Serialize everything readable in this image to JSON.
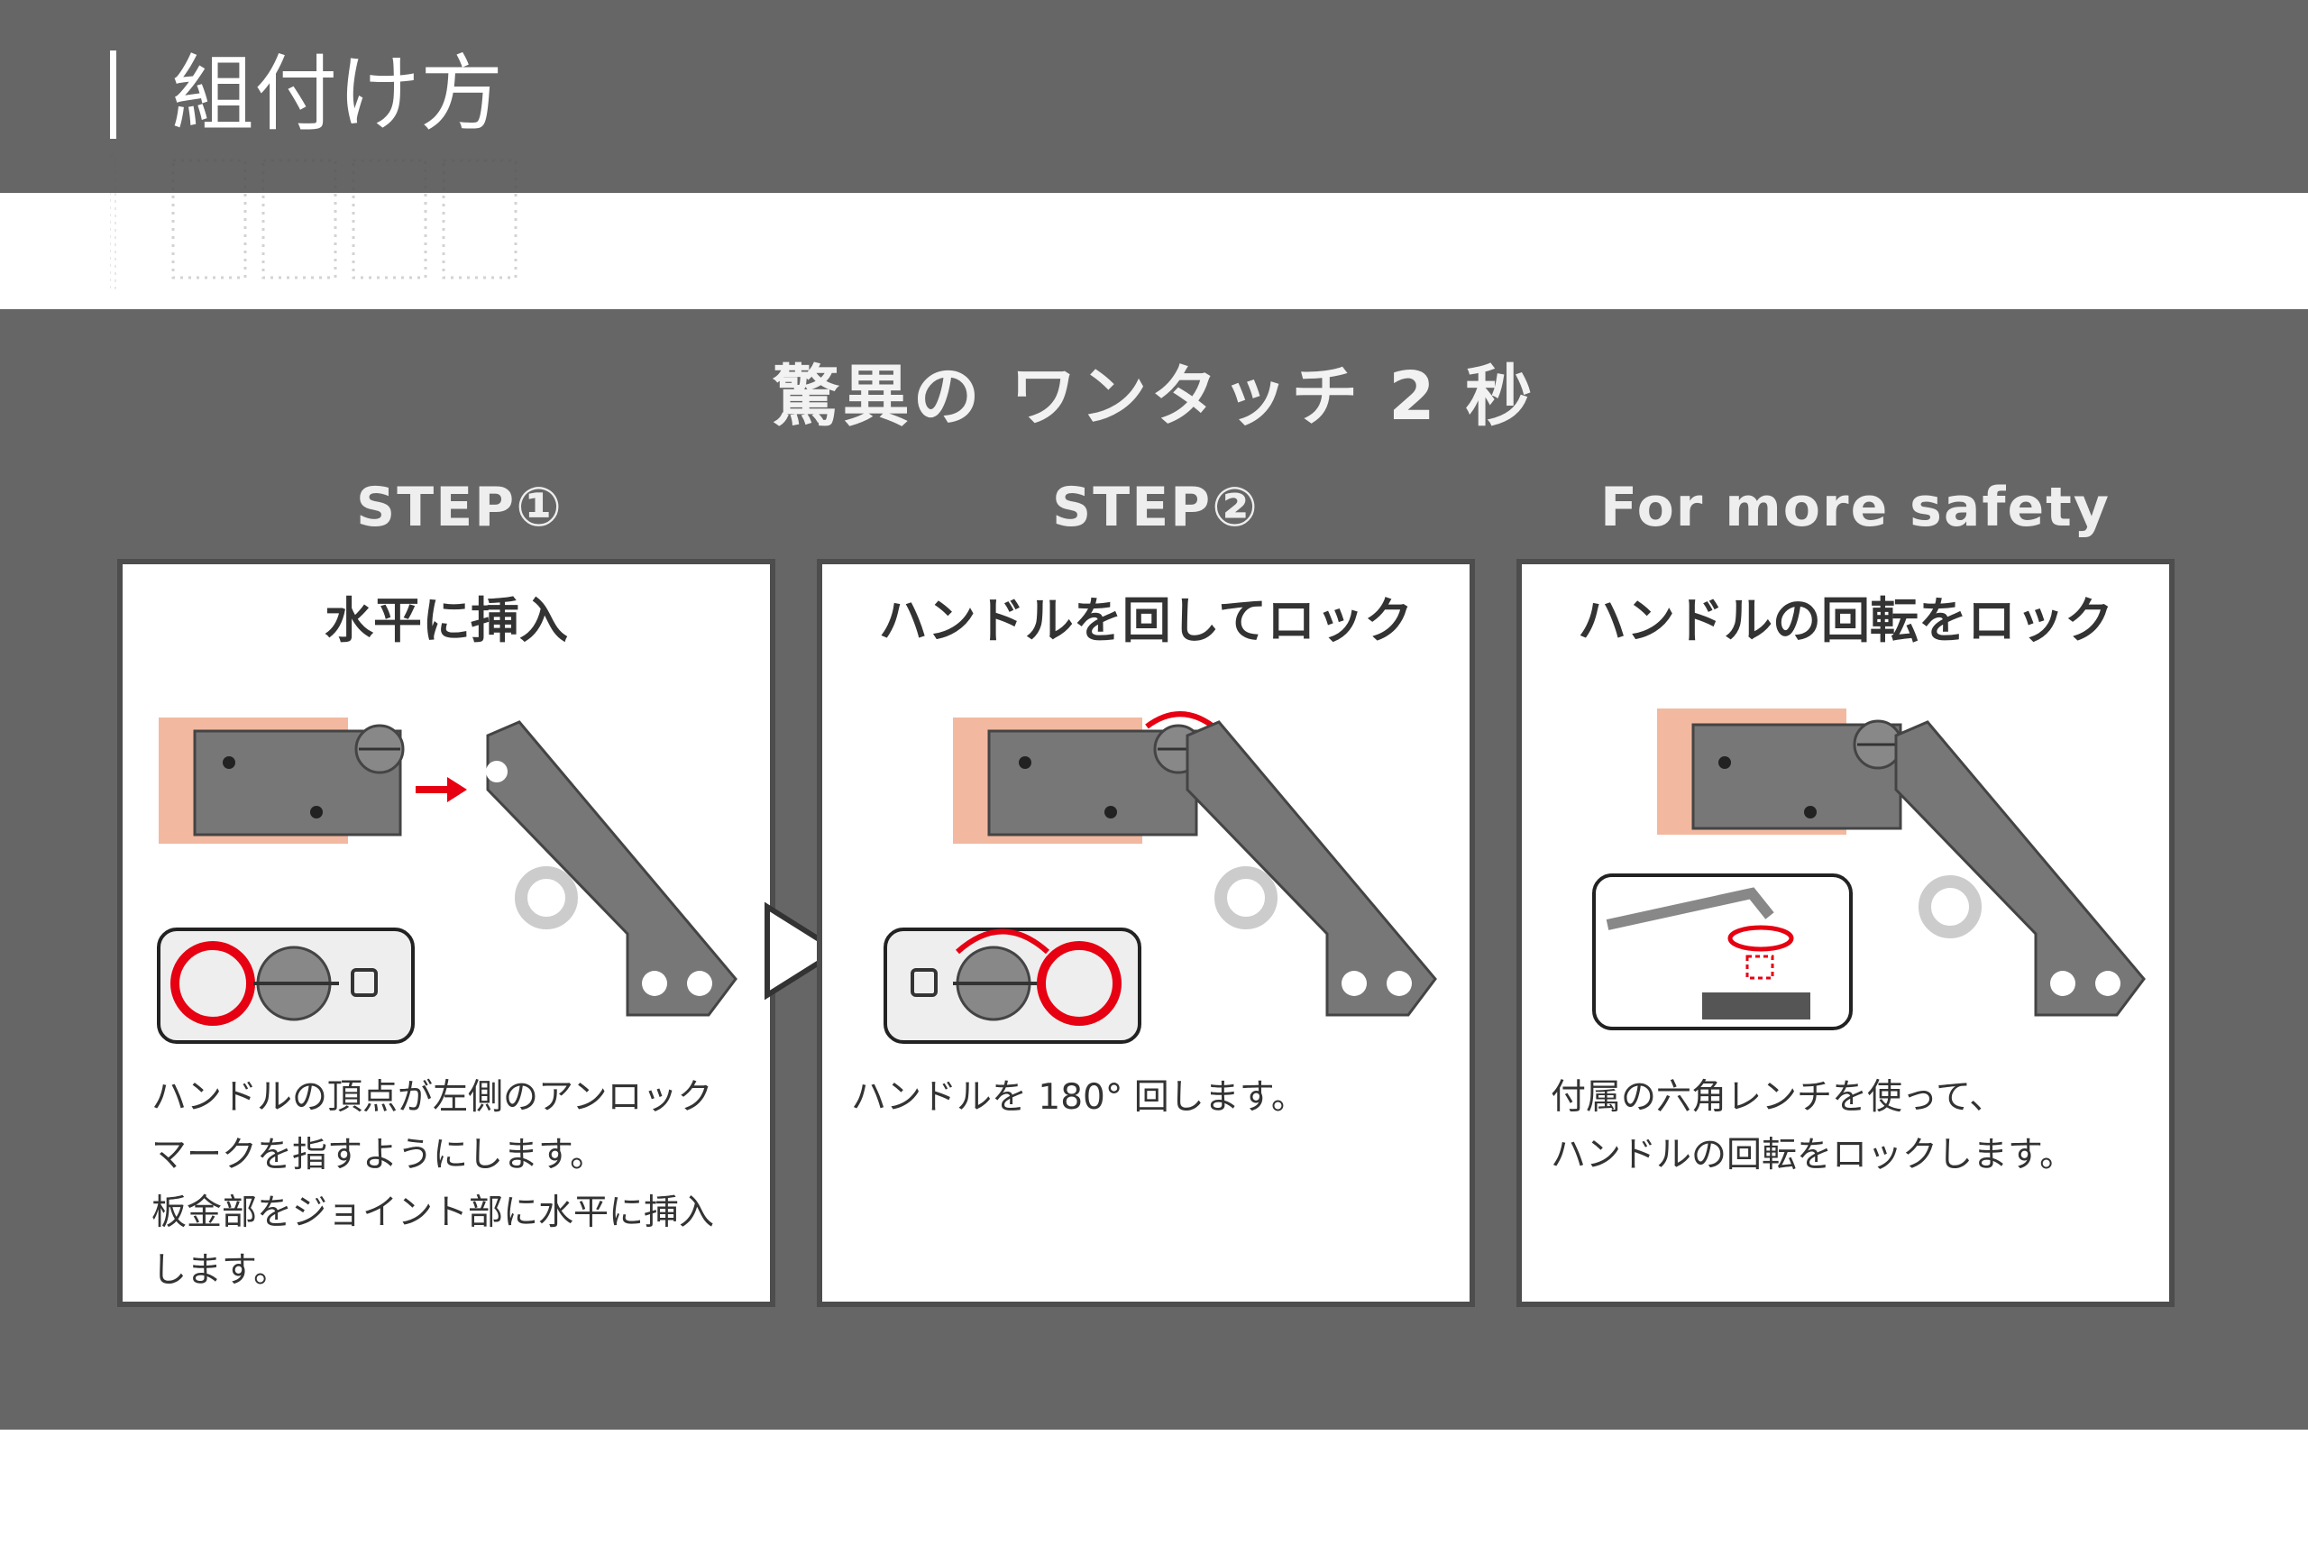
{
  "page": {
    "title": "組付け方",
    "headline": "驚異の ワンタッチ 2 秒"
  },
  "steps": [
    {
      "label": "STEP①",
      "title": "水平に挿入",
      "description": "ハンドルの頂点が左側のアンロック\nマークを指すようにします。\n板金部をジョイント部に水平に挿入\nします。"
    },
    {
      "label": "STEP②",
      "title": "ハンドルを回してロック",
      "description": "ハンドルを 180° 回します。"
    },
    {
      "label": "For more safety",
      "title": "ハンドルの回転をロック",
      "description": "付属の六角レンチを使って、\nハンドルの回転をロックします。"
    }
  ],
  "icons": {
    "next": "play-triangle-icon",
    "rotate": "curved-arrow-icon",
    "push": "right-arrow-icon",
    "lock": "lock-icon",
    "unlock": "unlock-icon",
    "wrench": "hex-wrench-icon"
  },
  "colors": {
    "band": "#666666",
    "panel": "#ffffff",
    "wood": "#f2b9a0",
    "metal": "#777777",
    "accent": "#e60012"
  }
}
